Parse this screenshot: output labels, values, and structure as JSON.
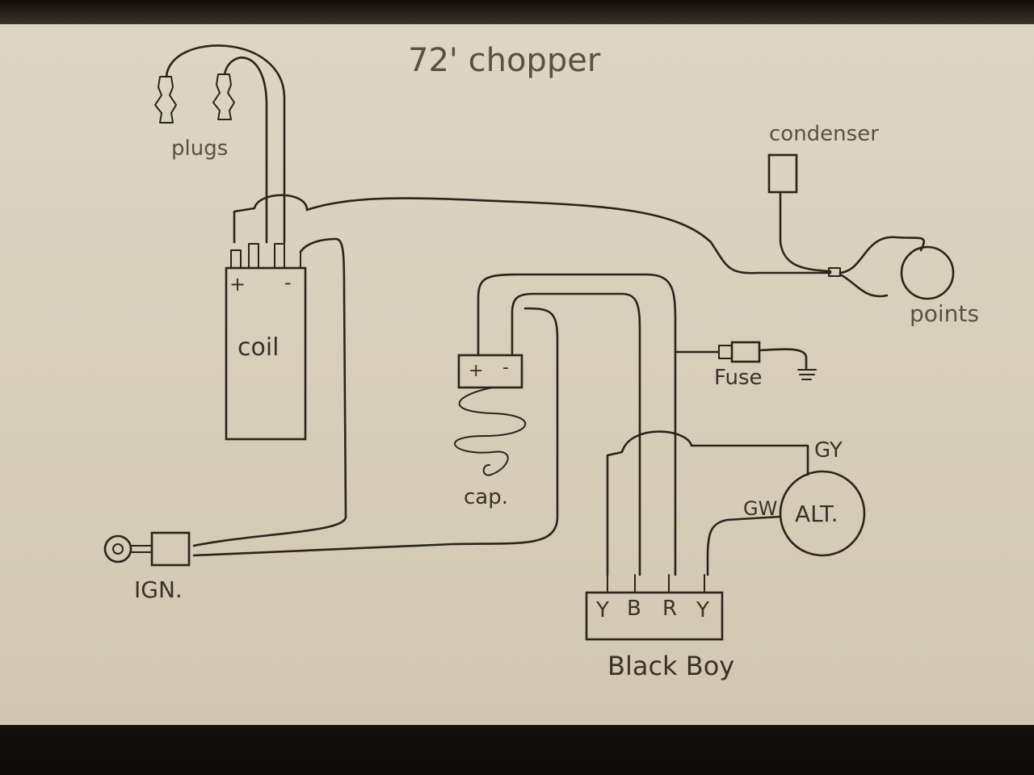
{
  "title": "72' chopper",
  "components": {
    "plugs": "plugs",
    "coil": "coil",
    "coil_plus": "+",
    "coil_minus": "-",
    "condenser": "condenser",
    "points": "points",
    "cap": "cap.",
    "cap_plus": "+",
    "cap_minus": "-",
    "fuse": "Fuse",
    "ign": "IGN.",
    "alt": "ALT.",
    "black_box": "Black Boy"
  },
  "alt_wires": [
    "GY",
    "GW"
  ],
  "black_box_terminals": [
    "Y",
    "B",
    "R",
    "Y"
  ],
  "colors": {
    "paper": "#d8cfbb",
    "ink": "#2a241b"
  }
}
